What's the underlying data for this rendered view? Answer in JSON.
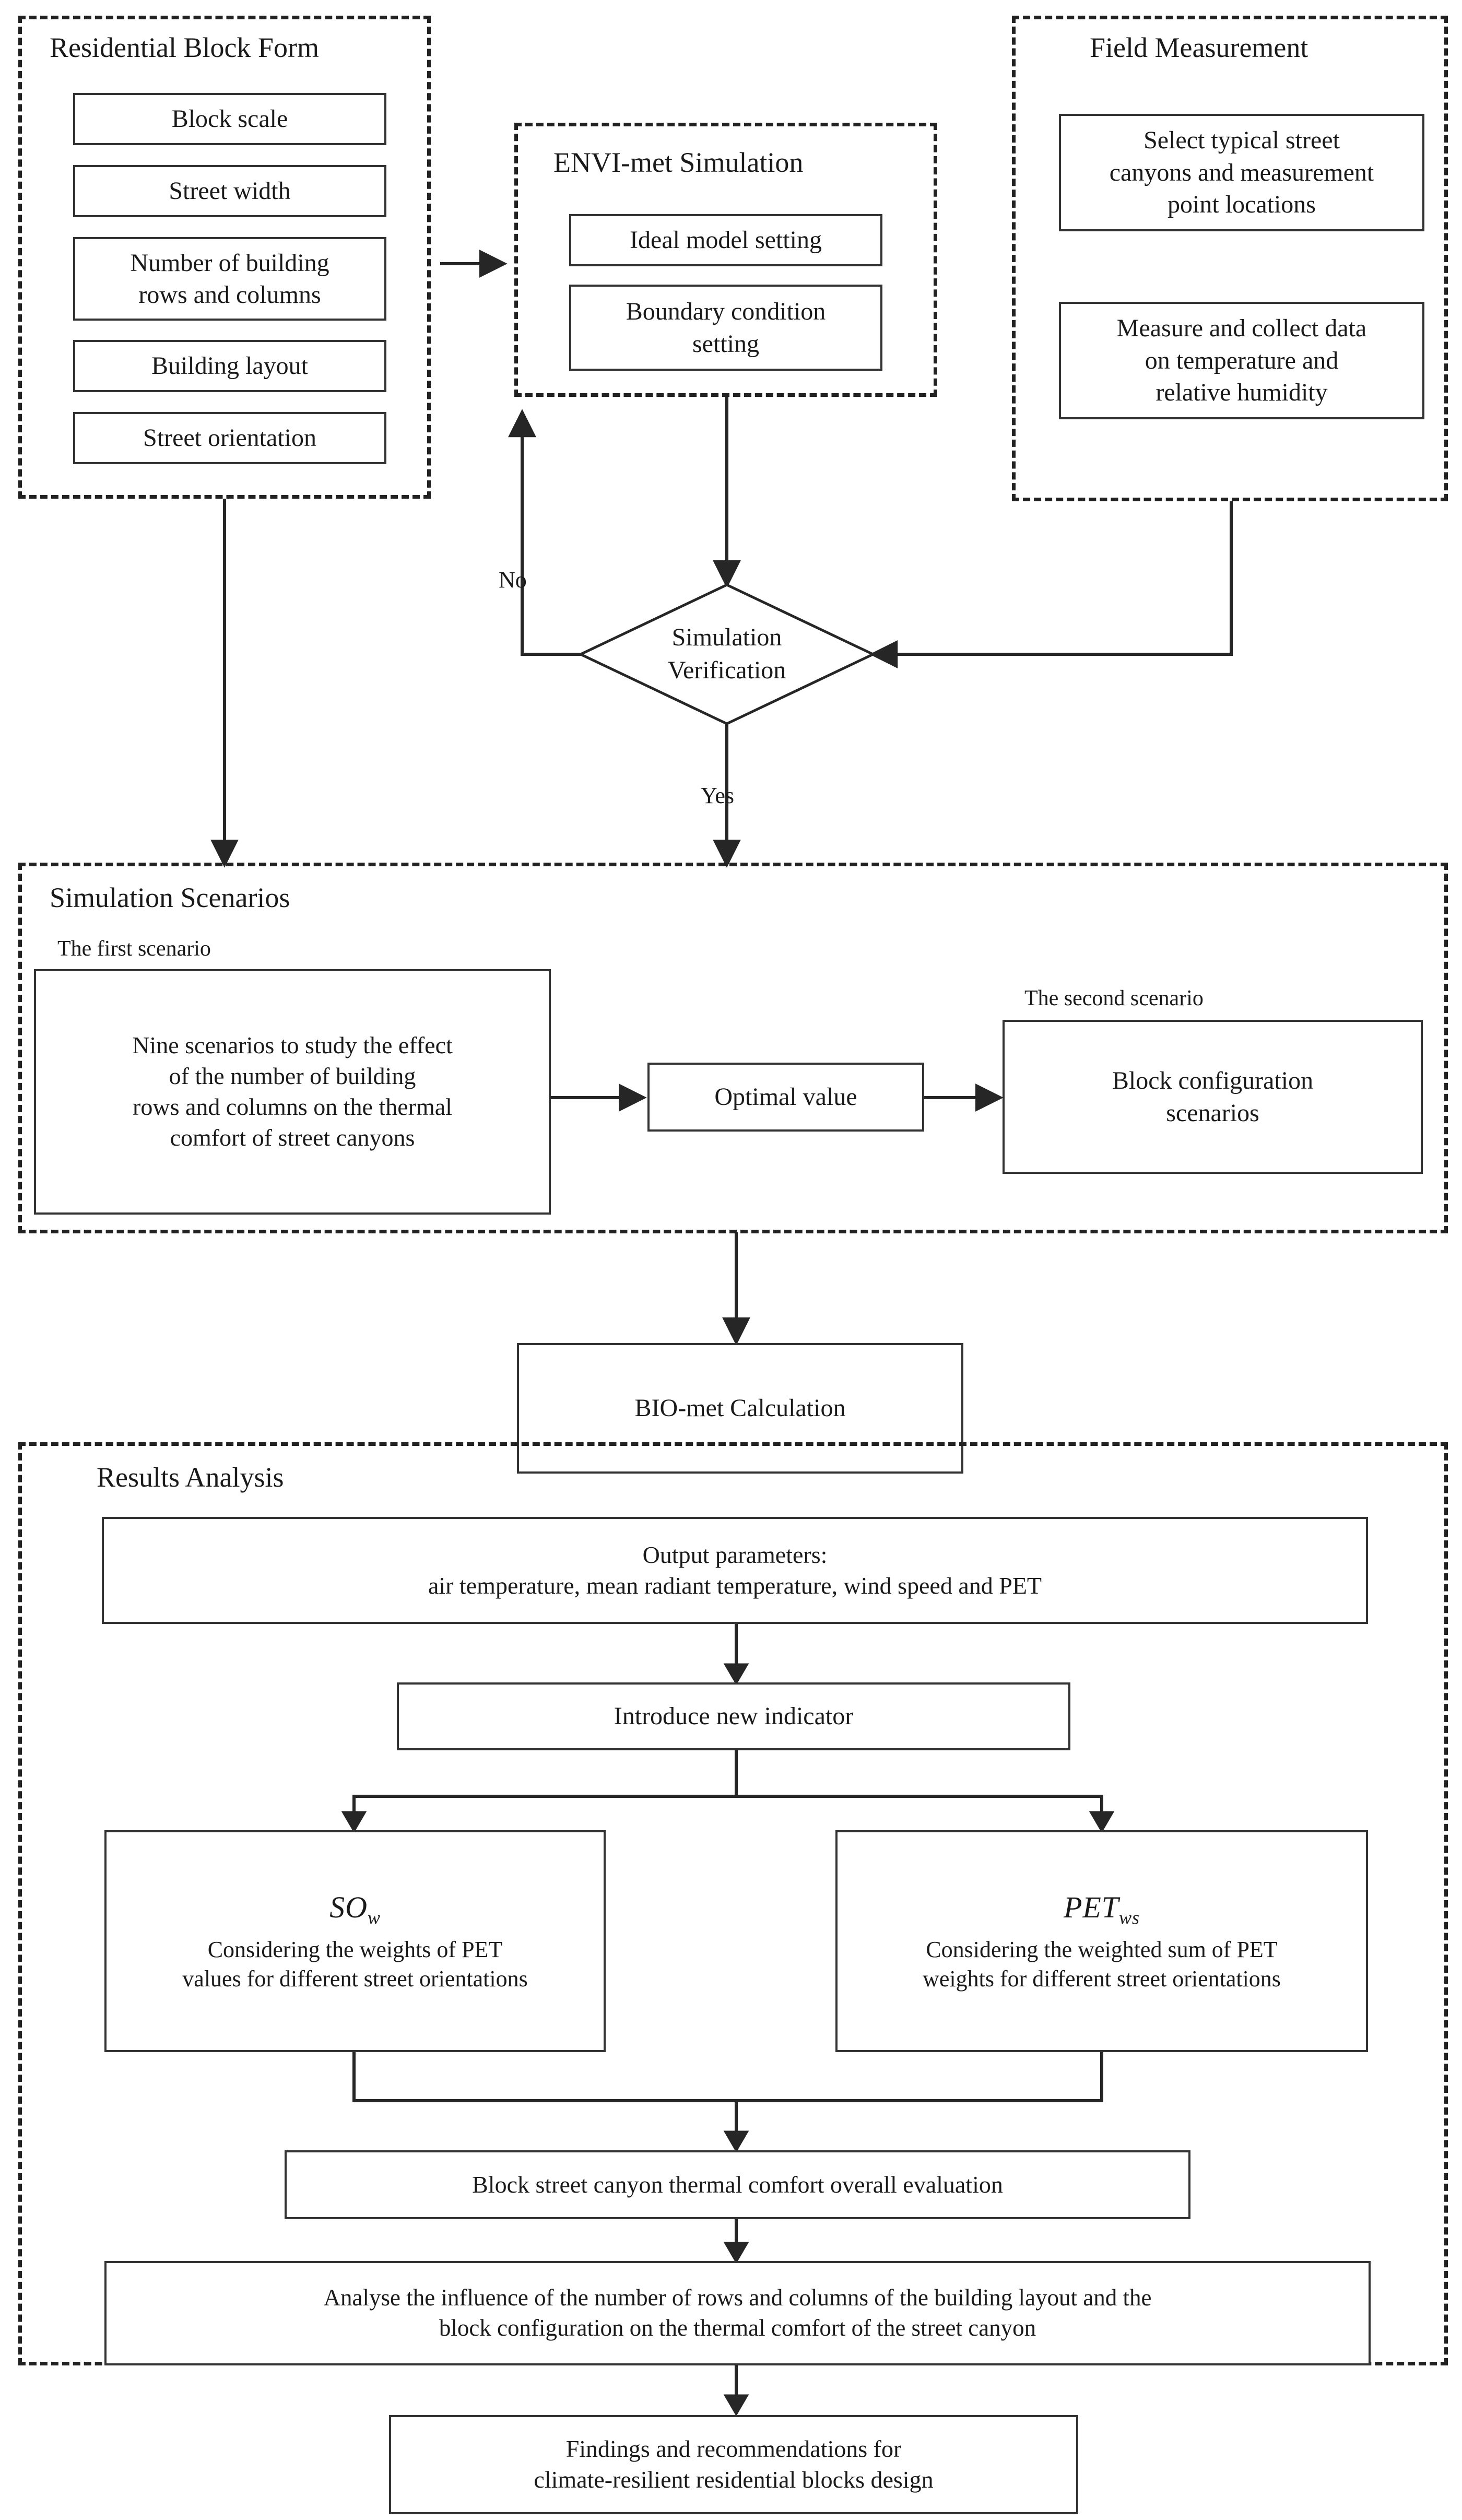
{
  "diagram": {
    "type": "flowchart",
    "title_visible": false
  },
  "groups": {
    "residential_block_form": {
      "title": "Residential Block Form",
      "items": [
        "Block scale",
        "Street width",
        "Number of building\nrows and columns",
        "Building layout",
        "Street orientation"
      ],
      "item_lines": [
        [
          "Block scale"
        ],
        [
          "Street width"
        ],
        [
          "Number of building",
          "rows and columns"
        ],
        [
          "Building layout"
        ],
        [
          "Street orientation"
        ]
      ]
    },
    "envi_met_simulation": {
      "title": "ENVI-met Simulation",
      "item_lines": [
        [
          "Ideal model setting"
        ],
        [
          "Boundary condition",
          "setting"
        ]
      ]
    },
    "field_measurement": {
      "title": "Field Measurement",
      "item_lines": [
        [
          "Select typical street",
          "canyons and measurement",
          "point locations"
        ],
        [
          "Measure and collect data",
          "on temperature and",
          "relative humidity"
        ]
      ]
    },
    "simulation_scenarios": {
      "title": "Simulation Scenarios",
      "first_scenario_caption": "The first scenario",
      "second_scenario_caption": "The second scenario",
      "first_scenario_lines": [
        "Nine scenarios to study the effect",
        "of the number of building",
        "rows and columns on the thermal",
        "comfort of street canyons"
      ],
      "optimal_value": "Optimal value",
      "second_scenario_lines": [
        "Block configuration",
        "scenarios"
      ]
    },
    "results_analysis": {
      "title": "Results Analysis",
      "output_parameters_lines": [
        "Output parameters:",
        "air temperature, mean radiant temperature, wind speed and PET"
      ],
      "introduce_indicator": "Introduce new indicator",
      "indicator_left": {
        "symbol": "SO",
        "subscript": "w",
        "description_lines": [
          "Considering the weights of PET",
          "values for different street orientations"
        ]
      },
      "indicator_right": {
        "symbol": "PET",
        "subscript": "ws",
        "description_lines": [
          "Considering the weighted sum of PET",
          "weights for different street orientations"
        ]
      },
      "overall_evaluation": "Block street canyon thermal comfort overall evaluation",
      "analyse_lines": [
        "Analyse the influence of the number of rows and columns of the building layout and the",
        "block configuration on the thermal comfort of the street canyon"
      ]
    }
  },
  "nodes": {
    "bio_met_calculation": "BIO-met Calculation",
    "simulation_verification_lines": [
      "Simulation",
      "Verification"
    ],
    "findings_lines": [
      "Findings and recommendations for",
      "climate-resilient residential blocks design"
    ]
  },
  "edge_labels": {
    "no": "No",
    "yes": "Yes"
  },
  "colors": {
    "stroke": "#333333",
    "dashed_border": "#222222",
    "text": "#1a1a1a",
    "background": "#ffffff"
  }
}
